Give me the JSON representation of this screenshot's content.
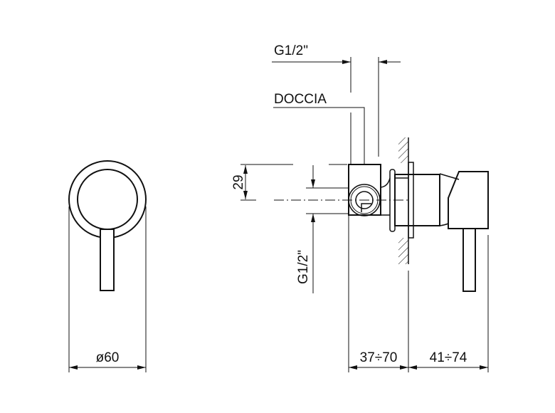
{
  "drawing": {
    "front_view": {
      "diameter_label": "ø60"
    },
    "side_view": {
      "top_thread_label": "G1/2\"",
      "outlet_label": "DOCCIA",
      "height_label": "29",
      "side_thread_label": "G1/2\"",
      "depth_wall_label": "37÷70",
      "depth_handle_label": "41÷74"
    },
    "line_color": "#111111"
  }
}
